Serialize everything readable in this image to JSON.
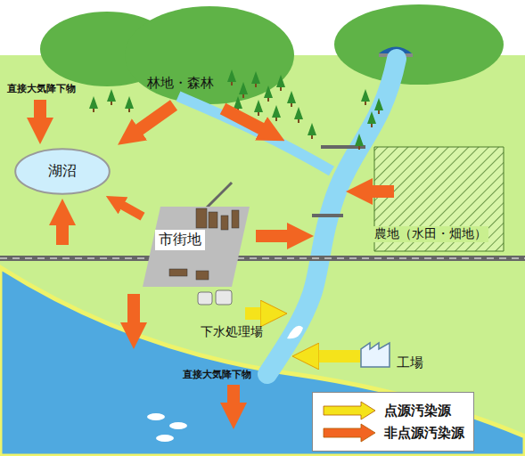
{
  "diagram": {
    "nodes": [
      {
        "text": [
          "湖沼"
        ]
      },
      {
        "text": [
          "市街地"
        ]
      }
    ],
    "edges": [
      {
        "from": 1,
        "to": 0,
        "arrow": "to"
      }
    ],
    "labels": [
      "林地・森林",
      "直接大気降下物",
      "農地（水田・畑地）",
      "下水処理場",
      "工場",
      "直接大気降下物"
    ],
    "legend": [
      {
        "text": "点源汚染源",
        "color": "#f5e31b"
      },
      {
        "text": "非点源汚染源",
        "color": "#f26522"
      }
    ]
  }
}
